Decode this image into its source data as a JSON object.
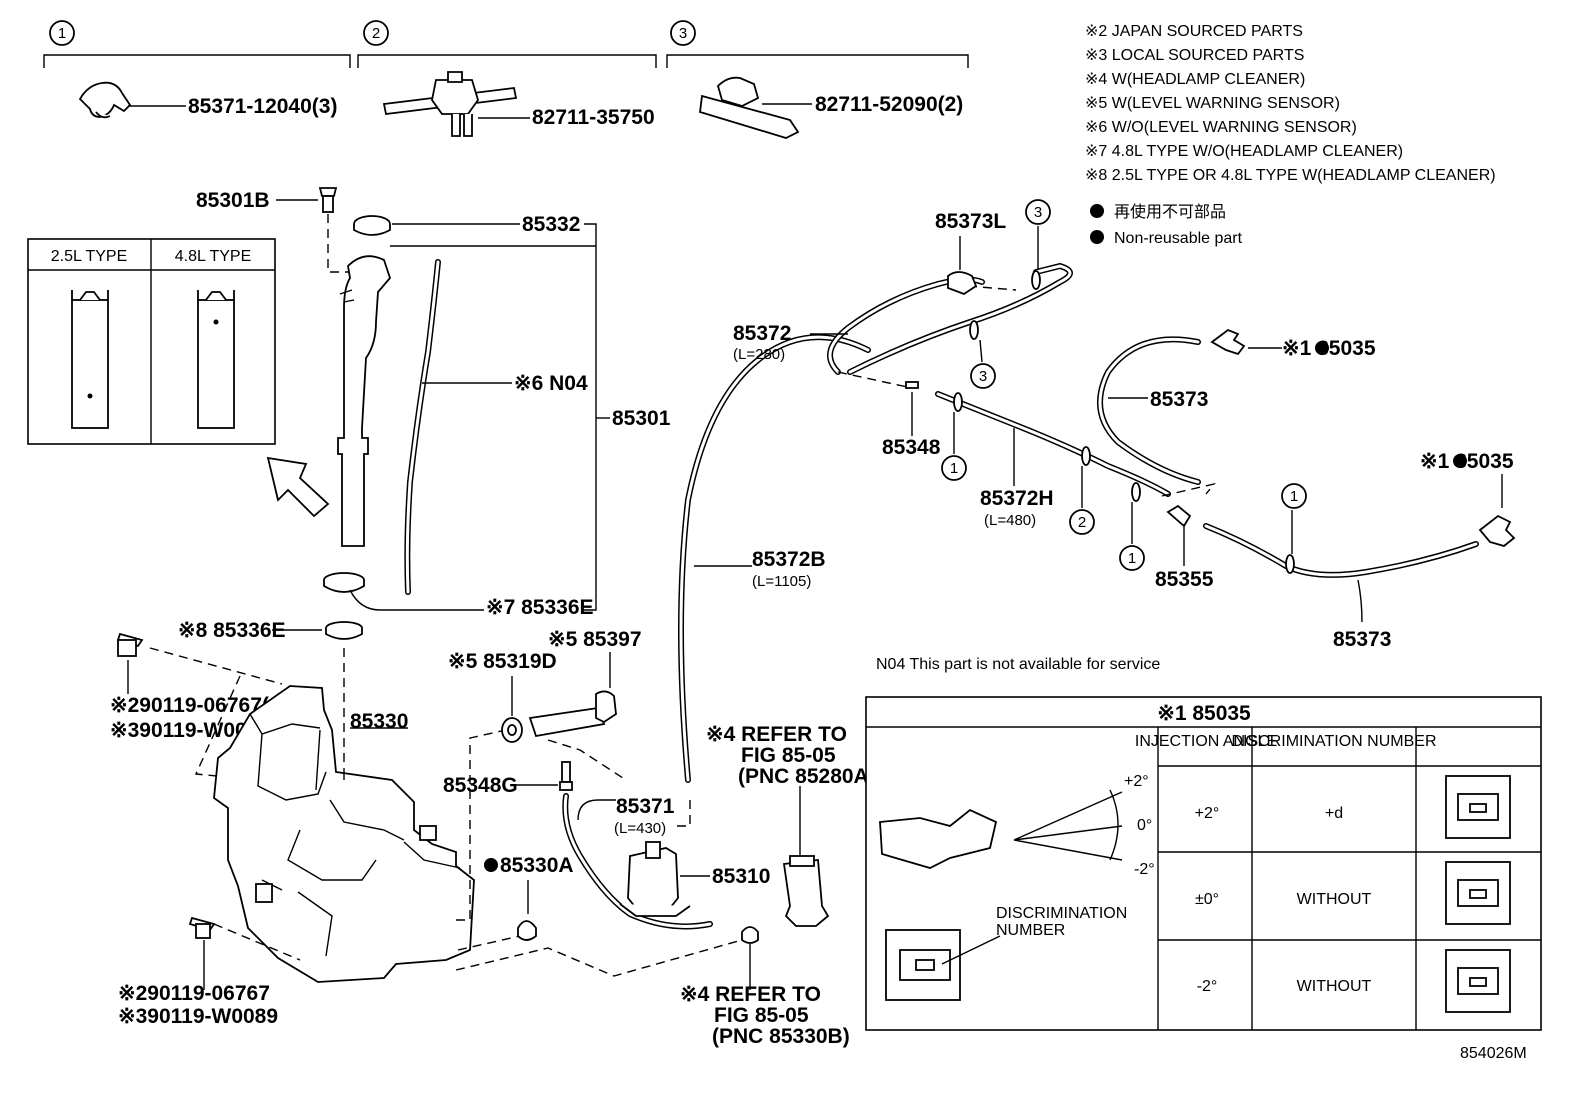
{
  "brackets": [
    {
      "num": "1",
      "part": "85371-12040(3)"
    },
    {
      "num": "2",
      "part": "82711-35750"
    },
    {
      "num": "3",
      "part": "82711-52090(2)"
    }
  ],
  "notes": [
    "※2 JAPAN SOURCED PARTS",
    "※3 LOCAL SOURCED PARTS",
    "※4 W(HEADLAMP CLEANER)",
    "※5 W(LEVEL WARNING SENSOR)",
    "※6 W/O(LEVEL WARNING SENSOR)",
    "※7 4.8L TYPE W/O(HEADLAMP CLEANER)",
    "※8 2.5L TYPE OR 4.8L TYPE W(HEADLAMP CLEANER)"
  ],
  "legend": {
    "jp": "再使用不可部品",
    "en": "Non-reusable part"
  },
  "type_box": {
    "left": "2.5L TYPE",
    "right": "4.8L TYPE"
  },
  "labels": {
    "p85301B": "85301B",
    "p85332": "85332",
    "p85301": "85301",
    "pN04": "※6 N04",
    "p85336E_7": "※7 85336E",
    "p85336E_8": "※8 85336E",
    "p90119_06767_2": "※290119-06767(2)",
    "p90119_W0089_2": "※390119-W0089(2)",
    "p85330": "85330",
    "p90119_06767": "※290119-06767",
    "p90119_W0089": "※390119-W0089",
    "p85319D": "※5 85319D",
    "p85397": "※5 85397",
    "p85348G": "85348G",
    "p85371": "85371",
    "p85371_len": "(L=430)",
    "p85330A": "85330A",
    "p85310": "85310",
    "refer1_a": "※4 REFER TO",
    "refer1_b": "FIG 85-05",
    "refer1_c": "(PNC 85280A)",
    "refer2_a": "※4 REFER TO",
    "refer2_b": "FIG 85-05",
    "refer2_c": "(PNC 85330B)",
    "p85372B": "85372B",
    "p85372B_len": "(L=1105)",
    "p85373L": "85373L",
    "p85372": "85372",
    "p85372_len": "(L=280)",
    "p85348": "85348",
    "p85372H": "85372H",
    "p85372H_len": "(L=480)",
    "p85355": "85355",
    "p85373_a": "85373",
    "p85373_b": "85373",
    "p85035_a": "※1 85035",
    "p85035_b": "※1 85035",
    "n04_note": "N04  This part is not available for service",
    "fig_code": "854026M"
  },
  "callouts": {
    "c1": "1",
    "c2": "2",
    "c3": "3"
  },
  "table": {
    "title": "※1 85035",
    "headers": [
      "INJECTION ANGLE",
      "DISCRIMINATION NUMBER"
    ],
    "rows": [
      {
        "angle": "+2°",
        "disc": "+d"
      },
      {
        "angle": "±0°",
        "disc": "WITHOUT"
      },
      {
        "angle": "-2°",
        "disc": "WITHOUT"
      }
    ],
    "angle_marks": [
      "+2°",
      "0°",
      "-2°"
    ],
    "disc_label": [
      "DISCRIMINATION",
      "NUMBER"
    ]
  }
}
